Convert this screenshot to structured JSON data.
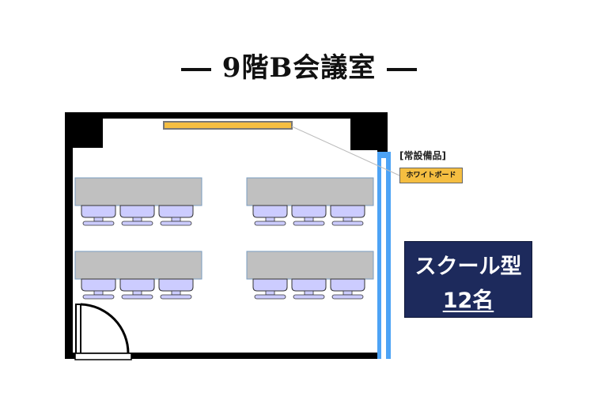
{
  "title": "9階B会議室",
  "equipment": {
    "heading": "[常設備品]",
    "items": [
      "ホワイトボード"
    ]
  },
  "layout_info": {
    "style": "スクール型",
    "capacity": "12名"
  },
  "colors": {
    "whiteboard": "#f5be41",
    "window": "#4da3f5",
    "table": "#c0c0c0",
    "chair": "#ccccff",
    "info_box": "#1d2a5c"
  }
}
